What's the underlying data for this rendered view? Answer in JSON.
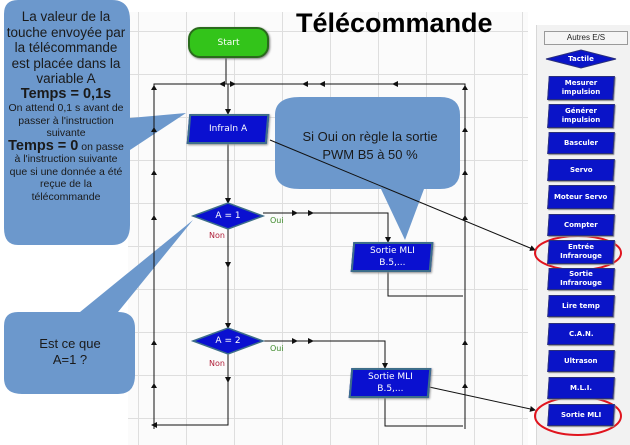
{
  "title": "Télécommande",
  "callouts": {
    "left_top": {
      "line1": "La valeur de la touche envoyée par la télécommande est placée dans la variable A",
      "temps1_label": "Temps = 0,1s",
      "temps1_desc": "On attend 0,1 s avant de passer à l'instruction suivante",
      "temps0_label": "Temps = 0",
      "temps0_desc": " on passe à l'instruction suivante que si une donnée a été reçue de la télécommande"
    },
    "middle": {
      "line1": "Si Oui on règle la sortie",
      "line2": "PWM B5 à 50 %"
    },
    "left_bottom": {
      "line1": "Est ce que",
      "line2": "A=1 ?"
    }
  },
  "flowchart": {
    "start": "Start",
    "infrain": "InfraIn A",
    "decision1": "A = 1",
    "decision2": "A = 2",
    "yes_label": "Oui",
    "no_label": "Non",
    "output1": {
      "line1": "Sortie MLI",
      "line2": "B.5,..."
    },
    "output2": {
      "line1": "Sortie MLI",
      "line2": "B.5,..."
    }
  },
  "palette": {
    "header": "Autres E/S",
    "items": [
      {
        "label": "Tactile",
        "shape": "diamond"
      },
      {
        "label": "Mesurer impulsion"
      },
      {
        "label": "Générer impulsion"
      },
      {
        "label": "Basculer"
      },
      {
        "label": "Servo"
      },
      {
        "label": "Moteur Servo"
      },
      {
        "label": "Compter"
      },
      {
        "label": "Entrée Infrarouge",
        "highlighted": true
      },
      {
        "label": "Sortie Infrarouge"
      },
      {
        "label": "Lire temp"
      },
      {
        "label": "C.A.N."
      },
      {
        "label": "Ultrason"
      },
      {
        "label": "M.L.I."
      },
      {
        "label": "Sortie MLI",
        "highlighted": true
      }
    ]
  },
  "colors": {
    "block": "#0a10d0",
    "start": "#33c41a",
    "callout": "#6c98cc",
    "highlight": "#e0141e",
    "yes": "#3d8a2a",
    "no": "#b0203a"
  }
}
